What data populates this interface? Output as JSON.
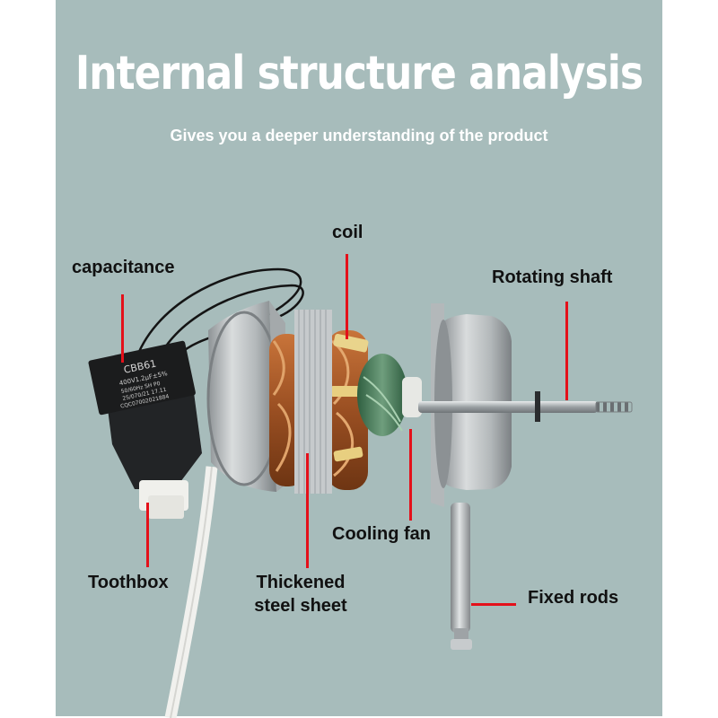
{
  "title": "Internal structure analysis",
  "subtitle": "Gives you a deeper understanding of the product",
  "labels": {
    "coil": "coil",
    "capacitance": "capacitance",
    "rotating_shaft": "Rotating shaft",
    "cooling_fan": "Cooling fan",
    "toothbox": "Toothbox",
    "thickened_line1": "Thickened",
    "thickened_line2": "steel sheet",
    "fixed_rods": "Fixed rods"
  },
  "capacitor_print": {
    "model": "CBB61",
    "line1": "400V1.2μF±5%",
    "line2": "50/60Hz SH P0",
    "line3": "25/070/21 17.11",
    "line4": "CQC07002021884"
  },
  "colors": {
    "background": "#a7bcbb",
    "text_heading": "#ffffff",
    "label_text": "#111111",
    "leader_line": "#e4101a"
  }
}
